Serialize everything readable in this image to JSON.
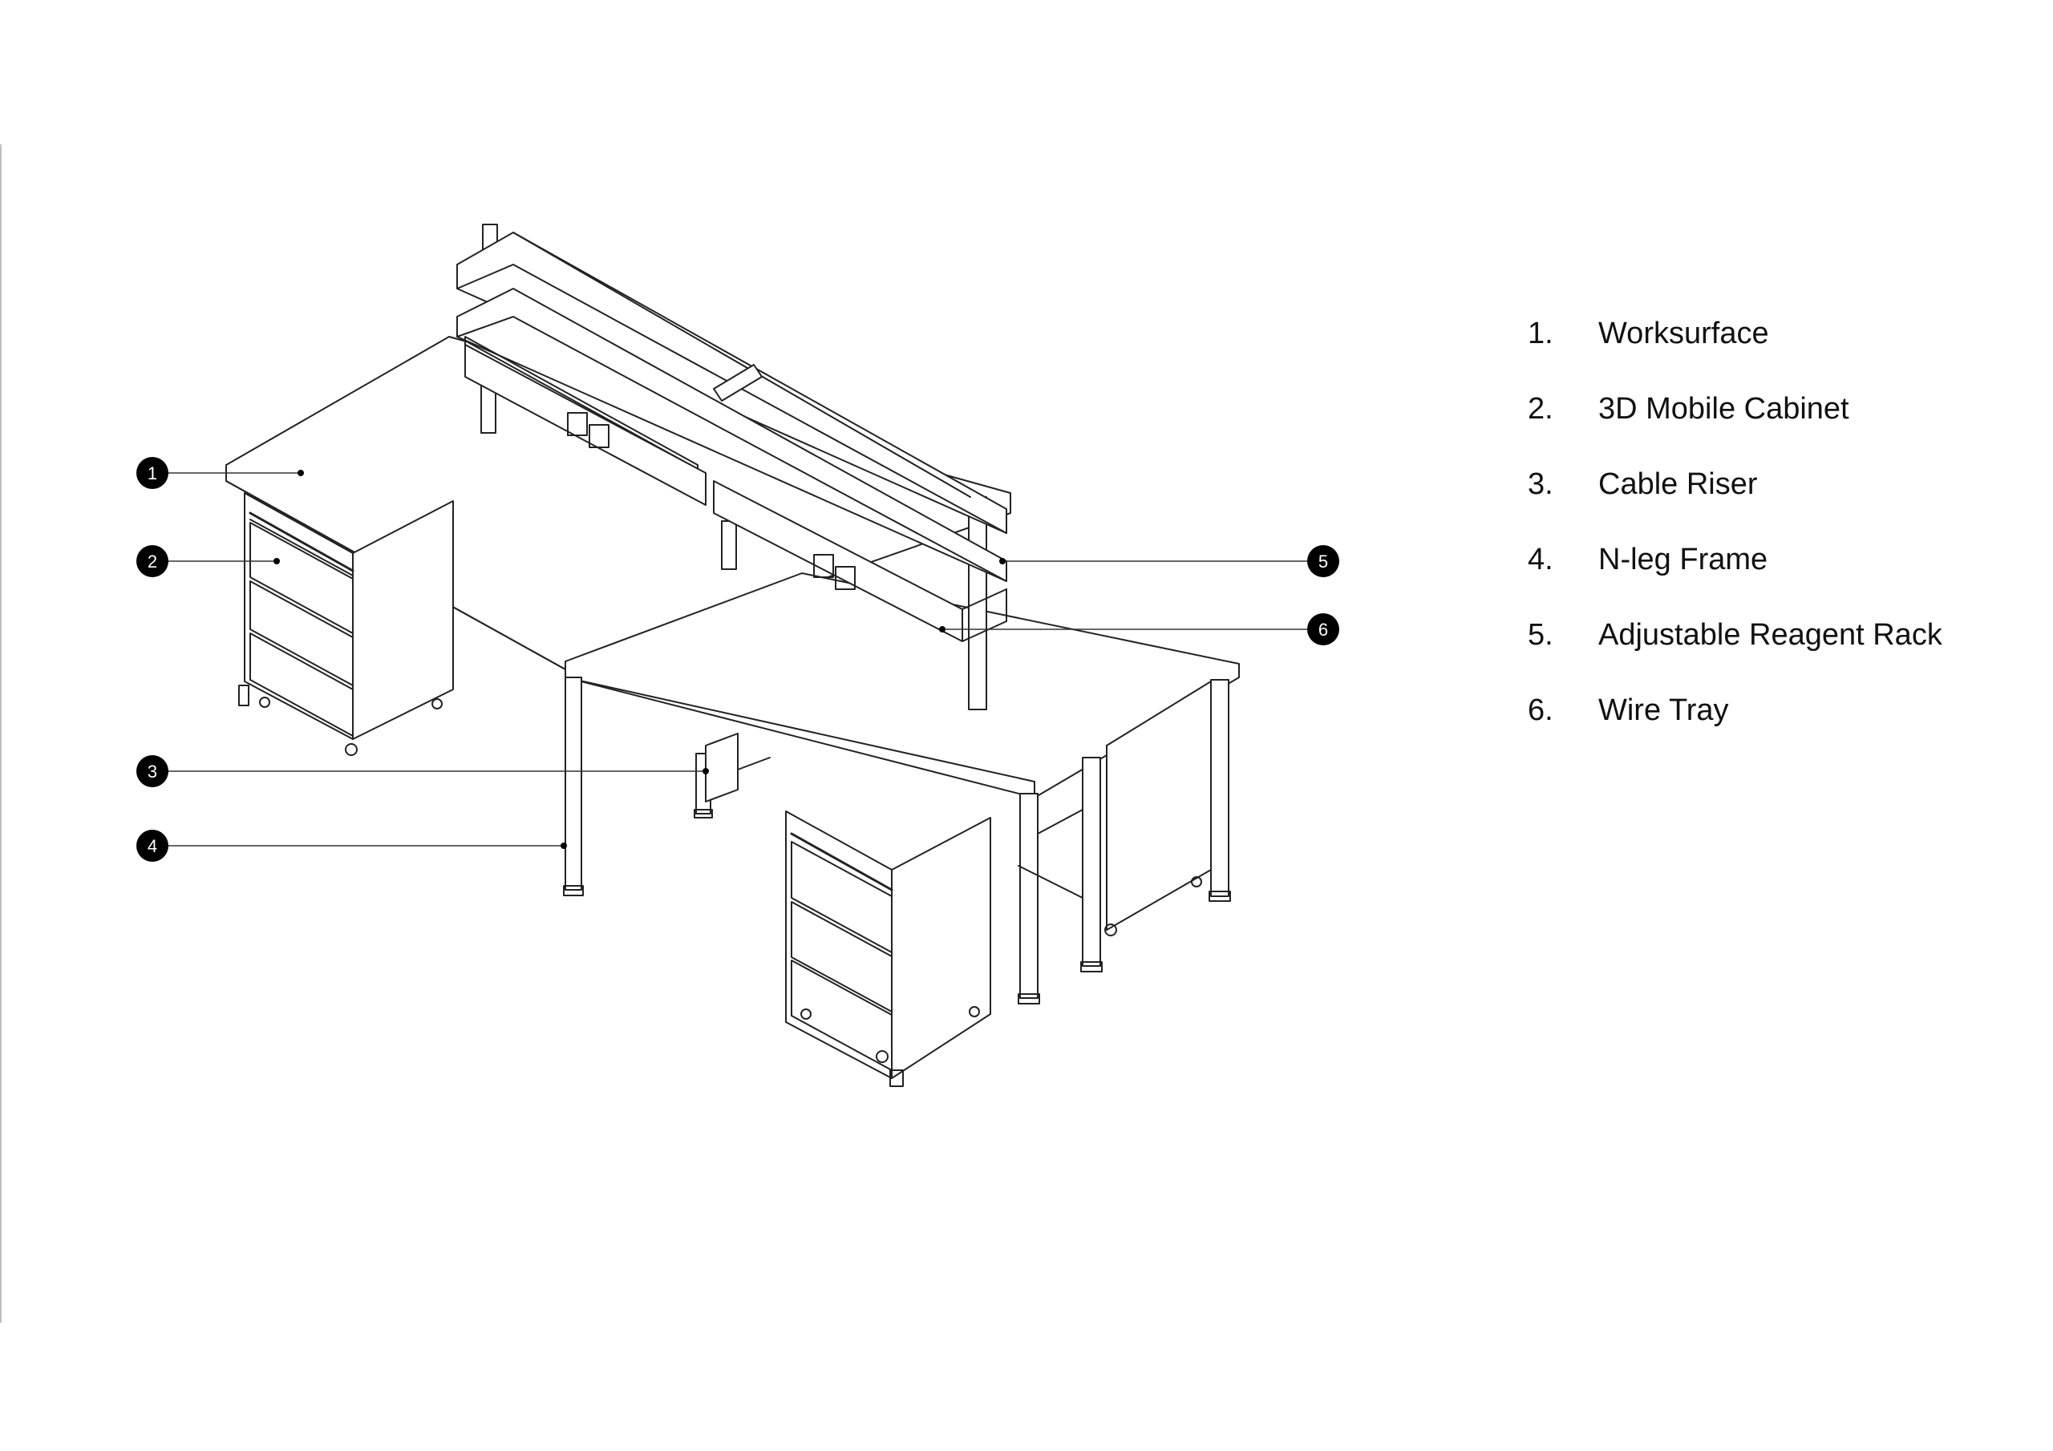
{
  "legend": {
    "items": [
      {
        "num": "1.",
        "label": "Worksurface"
      },
      {
        "num": "2.",
        "label": "3D Mobile Cabinet"
      },
      {
        "num": "3.",
        "label": "Cable Riser"
      },
      {
        "num": "4.",
        "label": "N-leg Frame"
      },
      {
        "num": "5.",
        "label": "Adjustable Reagent Rack"
      },
      {
        "num": "6.",
        "label": "Wire Tray"
      }
    ]
  },
  "callouts": [
    "1",
    "2",
    "3",
    "4",
    "5",
    "6"
  ],
  "colors": {
    "line": "#222222",
    "marker": "#000000",
    "background": "#ffffff"
  }
}
